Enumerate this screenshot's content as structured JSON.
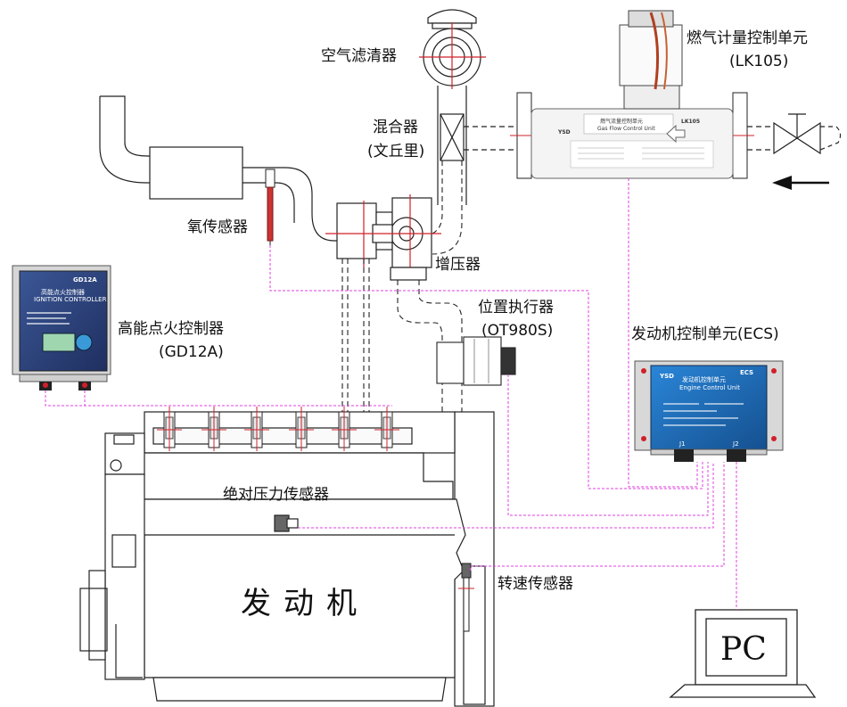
{
  "labels": {
    "air_filter": "空气滤清器",
    "gas_meter_title": "燃气计量控制单元",
    "gas_meter_model": "(LK105)",
    "mixer_title": "混合器",
    "mixer_sub": "(文丘里)",
    "oxygen_sensor": "氧传感器",
    "turbocharger": "增压器",
    "ignition_title": "高能点火控制器",
    "ignition_model": "(GD12A)",
    "actuator_title": "位置执行器",
    "actuator_model": "(OT980S)",
    "ecs_title": "发动机控制单元(ECS)",
    "map_sensor": "绝对压力传感器",
    "speed_sensor": "转速传感器",
    "engine": "发动机",
    "pc": "PC"
  },
  "devices": {
    "lk105": {
      "badge": "LK105",
      "name_cn": "燃气流量控制单元",
      "name_en": "Gas Flow Control Unit",
      "logo": "YSD"
    },
    "gd12a": {
      "badge": "GD12A",
      "name_cn": "高能点火控制器",
      "name_en": "IGNITION CONTROLLER"
    },
    "ecs": {
      "badge": "ECS",
      "name_cn": "发动机控制单元",
      "name_en": "Engine Control Unit",
      "logo": "YSD",
      "port_j1": "J1",
      "port_j2": "J2"
    }
  },
  "colors": {
    "wire": "#e040e0",
    "ecs_blue": "#1f6fc4",
    "gd12a_navy": "#2a3f7a",
    "sensor_red": "#d0202a",
    "line": "#222222"
  },
  "icons": [
    "flow-arrow-icon",
    "gas-valve-icon",
    "spark-plug-icon"
  ]
}
